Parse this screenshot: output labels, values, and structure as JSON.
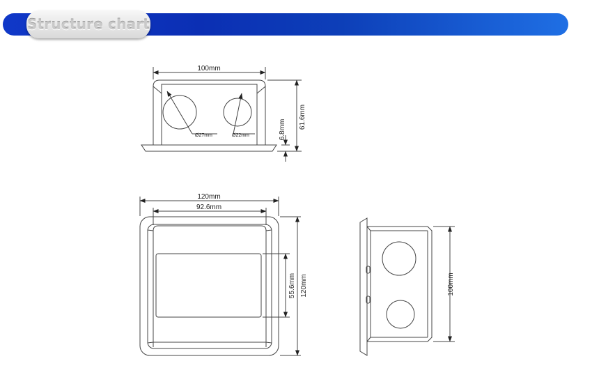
{
  "header": {
    "title": "Structure chart",
    "bar_color": "#0b2fb4"
  },
  "top_view": {
    "width_label": "100mm",
    "height_label": "61.6mm",
    "flange_label": "6.8mm",
    "hole_large_label": "Ø27mm",
    "hole_small_label": "Ø22mm"
  },
  "front_view": {
    "outer_width_label": "120mm",
    "inner_width_label": "92.6mm",
    "window_height_label": "55.6mm",
    "outer_height_label": "120mm"
  },
  "side_view": {
    "height_label": "100mm"
  }
}
